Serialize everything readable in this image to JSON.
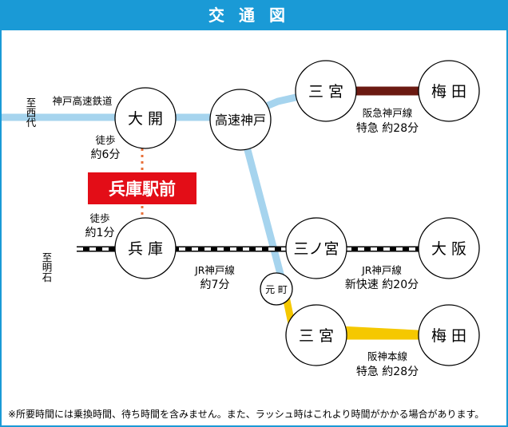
{
  "header": {
    "title": "交通図"
  },
  "colors": {
    "frame": "#1a9ad6",
    "subway": "#a6d4ee",
    "hankyu": "#6b1a12",
    "hanshin": "#f5c800",
    "walk": "#e8703a",
    "highlight": "#e30d17"
  },
  "stations": {
    "daikai": "大 開",
    "kosoku_kobe": "高速神戸",
    "sannomiya_hankyu": "三 宮",
    "umeda_hankyu": "梅 田",
    "hyogo": "兵 庫",
    "sannomiya_jr": "三ノ宮",
    "osaka": "大 阪",
    "motomachi": "元 町",
    "sannomiya_hanshin": "三 宮",
    "umeda_hanshin": "梅 田"
  },
  "labels": {
    "to_nishidai": "至西代",
    "to_akashi": "至明石",
    "kobe_kosoku_line": "神戸高速鉄道",
    "walk_top": "徒歩",
    "walk_top_time": "約6分",
    "walk_bottom": "徒歩",
    "walk_bottom_time": "約1分",
    "hankyu_line": "阪急神戸線",
    "hankyu_time": "特急 約28分",
    "jr_line_left": "JR神戸線",
    "jr_time_left": "約7分",
    "jr_line_right": "JR神戸線",
    "jr_time_right": "新快速 約20分",
    "hanshin_line": "阪神本線",
    "hanshin_time": "特急 約28分"
  },
  "highlight_station": "兵庫駅前",
  "footnote": "※所要時間には乗換時間、待ち時間を含みません。また、ラッシュ時はこれより時間がかかる場合があります。"
}
